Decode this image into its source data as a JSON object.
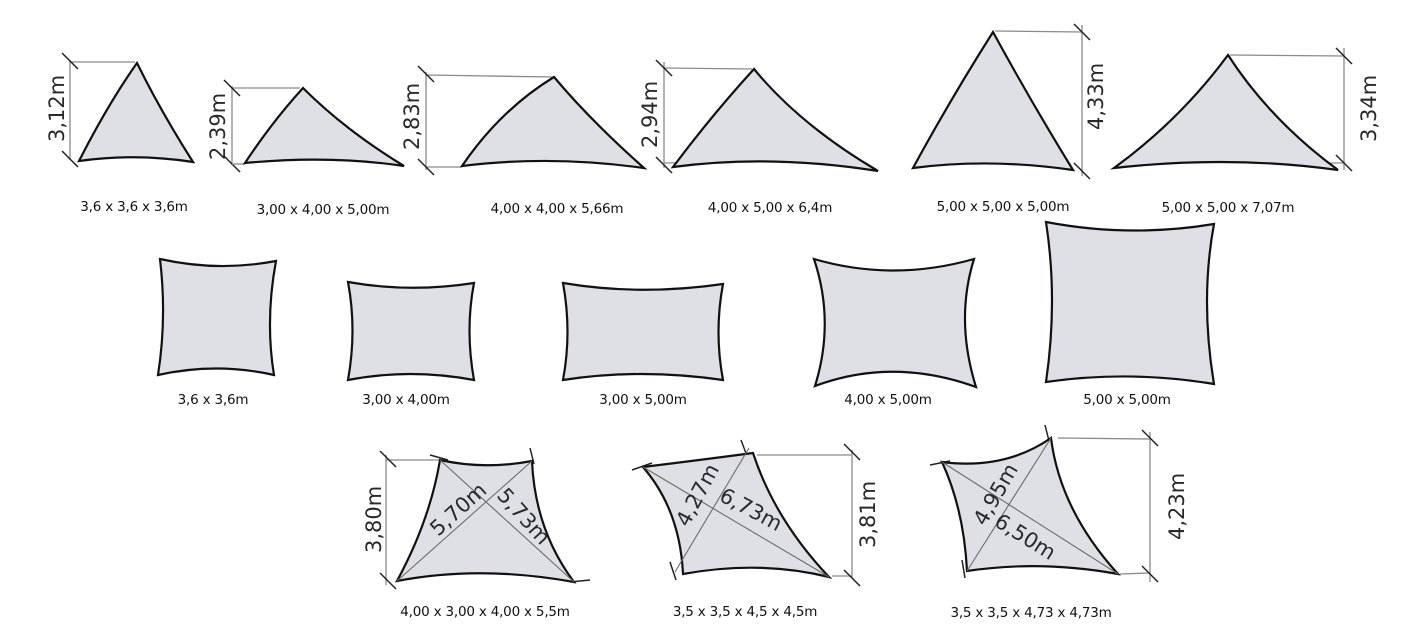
{
  "colors": {
    "sail_fill": "#dfe0e6",
    "outline": "#111111",
    "dimension_line": "#8a8a8a",
    "background": "#ffffff"
  },
  "rows": {
    "triangles": [
      {
        "caption": "3,6 x 3,6 x 3,6m",
        "height_label": "3,12m"
      },
      {
        "caption": "3,00 x 4,00 x 5,00m",
        "height_label": "2,39m"
      },
      {
        "caption": "4,00 x 4,00 x 5,66m",
        "height_label": "2,83m"
      },
      {
        "caption": "4,00 x 5,00 x 6,4m",
        "height_label": "2,94m"
      },
      {
        "caption": "5,00 x 5,00 x 5,00m",
        "height_label": "4,33m"
      },
      {
        "caption": "5,00 x 5,00 x 7,07m",
        "height_label": "3,34m"
      }
    ],
    "rectangles": [
      {
        "caption": "3,6 x 3,6m"
      },
      {
        "caption": "3,00 x 4,00m"
      },
      {
        "caption": "3,00 x 5,00m"
      },
      {
        "caption": "4,00 x 5,00m"
      },
      {
        "caption": "5,00 x 5,00m"
      }
    ],
    "quadrilaterals": [
      {
        "caption": "4,00 x 3,00 x 4,00 x 5,5m",
        "height_label": "3,80m",
        "diagonal_1": "5,70m",
        "diagonal_2": "5,73m"
      },
      {
        "caption": "3,5 x 3,5 x 4,5 x 4,5m",
        "height_label": "3,81m",
        "diagonal_1": "4,27m",
        "diagonal_2": "6,73m"
      },
      {
        "caption": "3,5 x 3,5 x 4,73 x 4,73m",
        "height_label": "4,23m",
        "diagonal_1": "4,95m",
        "diagonal_2": "6,50m"
      }
    ]
  }
}
